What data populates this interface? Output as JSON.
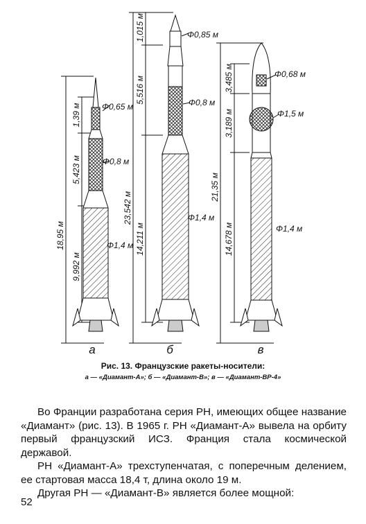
{
  "figure": {
    "caption_title": "Рис. 13. Французские ракеты-носители:",
    "caption_legend": "а — «Диамант-А»; б — «Диамант-В»; в — «Диамант-ВР-4»",
    "rockets": [
      {
        "letter": "а",
        "total_length": "18,95 м",
        "segments": [
          "1,39 м",
          "5,423 м",
          "9,992 м"
        ],
        "diameters": [
          "Φ0,65 м",
          "Φ0,8 м",
          "Φ1,4 м"
        ]
      },
      {
        "letter": "б",
        "total_length": "23,542 м",
        "segments": [
          "1,015 м",
          "5,516 м",
          "14,211 м"
        ],
        "diameters": [
          "Φ0,85 м",
          "Φ0,8 м",
          "Φ1,4 м"
        ]
      },
      {
        "letter": "в",
        "total_length": "21,35 м",
        "segments": [
          "3,485 м",
          "3,189 м",
          "14,678 м"
        ],
        "diameters": [
          "Φ0,68 м",
          "Φ1,5 м",
          "Φ1,4 м"
        ]
      }
    ]
  },
  "body": {
    "paragraphs": [
      "Во Франции разработана серия РН, имеющих общее название «Диамант» (рис. 13). В 1965 г. РН «Диамант-А» вывела на орбиту первый французский ИСЗ. Франция стала космической державой.",
      "РН «Диамант-А» трехступенчатая, с поперечным делением, ее стартовая масса 18,4 т, длина около 19 м.",
      "Другая РН — «Диамант-В» является более мощной:"
    ]
  },
  "page_number": "52"
}
